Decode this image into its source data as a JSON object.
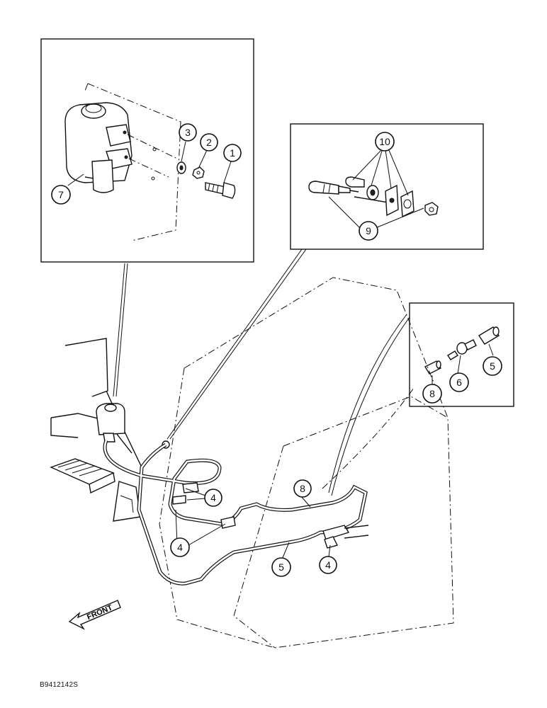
{
  "callouts": {
    "c1": "1",
    "c2": "2",
    "c3": "3",
    "c7": "7",
    "c10": "10",
    "c9": "9",
    "c5_inset": "5",
    "c6": "6",
    "c8_inset": "8",
    "c4_a": "4",
    "c4_b": "4",
    "c4_c": "4",
    "c8_main": "8",
    "c5_main": "5"
  },
  "direction_label": "FRONT",
  "figure_code": "B9412142S"
}
